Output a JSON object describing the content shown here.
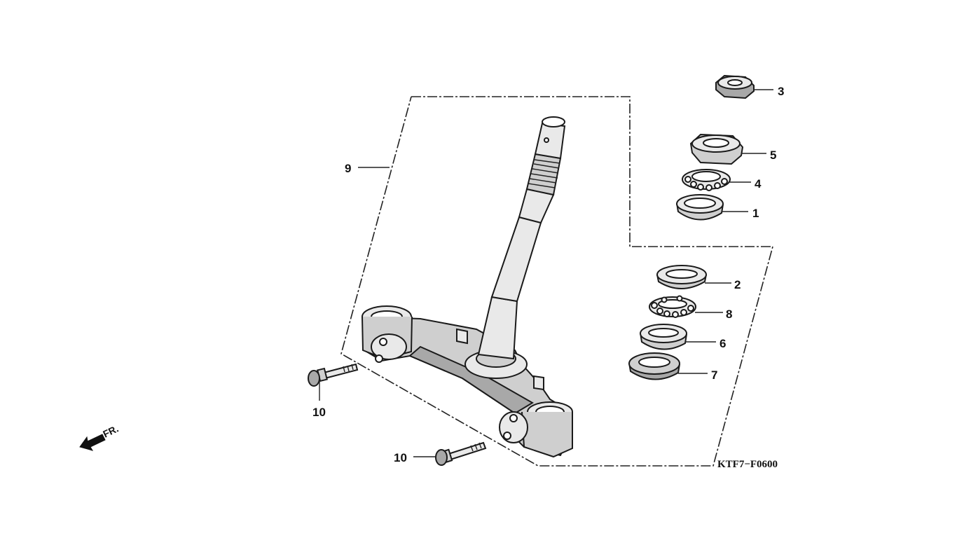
{
  "diagram": {
    "code": "KTF7−F0600",
    "direction_label": "FR.",
    "callouts": {
      "c1": "1",
      "c2": "2",
      "c3": "3",
      "c4": "4",
      "c5": "5",
      "c6": "6",
      "c7": "7",
      "c8": "8",
      "c9": "9",
      "c10a": "10",
      "c10b": "10"
    }
  }
}
